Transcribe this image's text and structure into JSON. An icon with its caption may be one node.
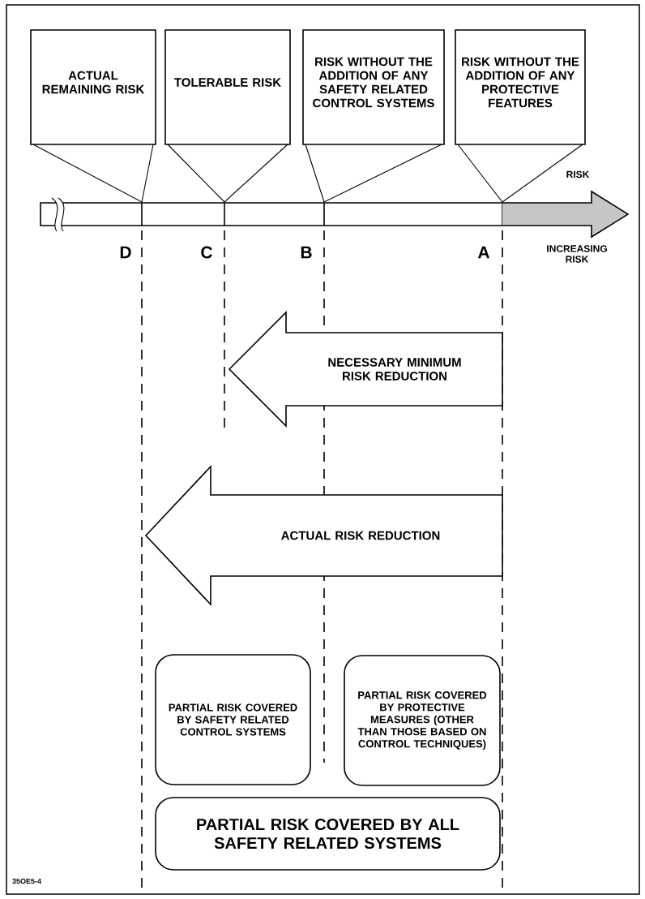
{
  "diagram": {
    "nodes": [
      {
        "text": [
          "ACTUAL REMAINING RISK"
        ]
      },
      {
        "text": [
          "TOLERABLE RISK"
        ]
      },
      {
        "text": [
          "RISK WITHOUT THE ADDITION OF ANY SAFETY RELATED CONTROL SYSTEMS"
        ]
      },
      {
        "text": [
          "RISK WITHOUT THE ADDITION OF ANY PROTECTIVE FEATURES"
        ]
      },
      {
        "text": [
          "NECESSARY MINIMUM RISK REDUCTION"
        ]
      },
      {
        "text": [
          "ACTUAL RISK REDUCTION"
        ]
      },
      {
        "text": [
          "PARTIAL RISK COVERED BY SAFETY RELATED CONTROL SYSTEMS"
        ]
      },
      {
        "text": [
          "PARTIAL RISK COVERED BY PROTECTIVE MEASURES (OTHER THAN THOSE BASED ON CONTROL TECHNIQUES)"
        ]
      },
      {
        "text": [
          "PARTIAL RISK COVERED BY ALL SAFETY RELATED SYSTEMS"
        ]
      }
    ],
    "labels": [
      "RISK",
      "D",
      "C",
      "B",
      "A",
      "INCREASING RISK",
      "35OE5-4"
    ]
  }
}
